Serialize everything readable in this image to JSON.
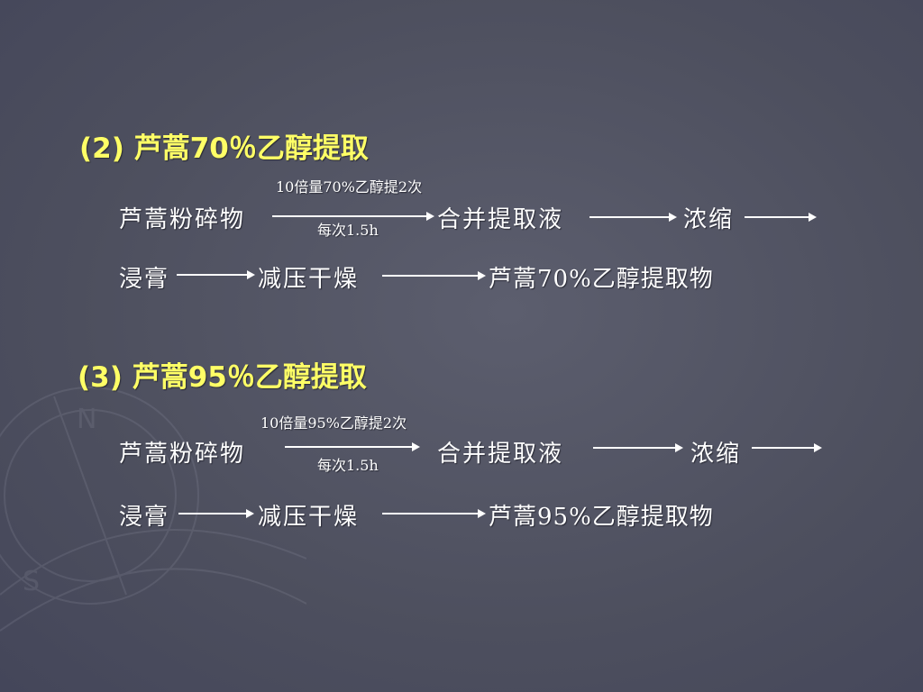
{
  "section2": {
    "heading": "(2) 芦蒿70％乙醇提取",
    "row1_start": "芦蒿粉碎物",
    "arrow_top": "10倍量70%乙醇提2次",
    "arrow_bottom": "每次1.5h",
    "row1_mid": "合并提取液",
    "row1_end": "浓缩",
    "row2_start": "浸膏",
    "row2_mid": "减压干燥",
    "row2_end": "芦蒿70%乙醇提取物"
  },
  "section3": {
    "heading": "(3) 芦蒿95％乙醇提取",
    "row1_start": "芦蒿粉碎物",
    "arrow_top": "10倍量95%乙醇提2次",
    "arrow_bottom": "每次1.5h",
    "row1_mid": "合并提取液",
    "row1_end": "浓缩",
    "row2_start": "浸膏",
    "row2_mid": "减压干燥",
    "row2_end": "芦蒿95%乙醇提取物"
  },
  "colors": {
    "heading": "#ffff66",
    "text": "#ffffff",
    "background": "#4f5160"
  }
}
